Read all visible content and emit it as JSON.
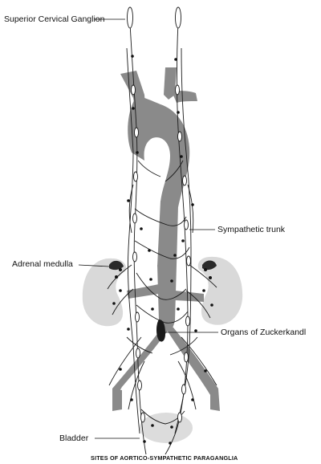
{
  "labels": {
    "superior_cervical_ganglion": "Superior Cervical Ganglion",
    "sympathetic_trunk": "Sympathetic trunk",
    "adrenal_medulla": "Adrenal medulla",
    "organs_of_zuckerkandl": "Organs of Zuckerkandl",
    "bladder": "Bladder"
  },
  "caption": "SITES OF AORTICO-SYMPATHETIC PARAGANGLIA",
  "colors": {
    "aorta": "#8a8a8a",
    "kidney": "#d9d9d9",
    "nerve": "#1a1a1a",
    "background": "#ffffff"
  }
}
